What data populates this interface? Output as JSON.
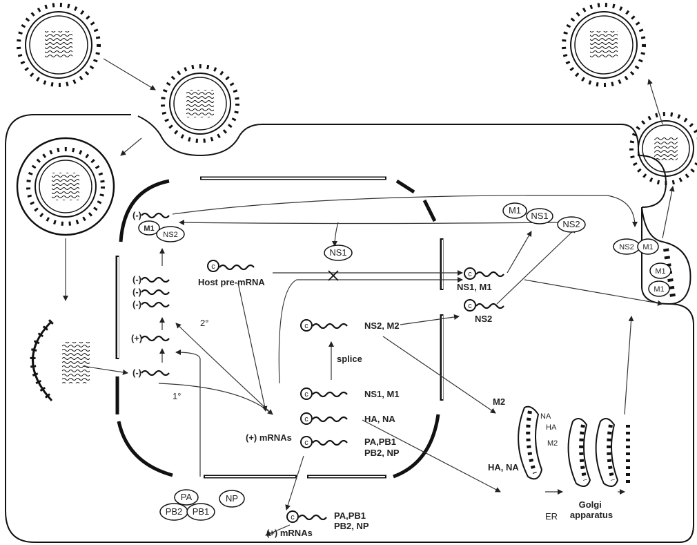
{
  "labels": {
    "host_pre_mrna": "Host pre-mRNA",
    "neg1": "(-)",
    "neg2": "(-)",
    "neg3": "(-)",
    "neg4": "(-)",
    "neg5": "(-)",
    "pos1": "(+)",
    "m1_nuc": "M1",
    "ns2_nuc": "NS2",
    "secondary": "2°",
    "primary": "1°",
    "ns1_block": "NS1",
    "ns1_top": "NS1",
    "m1_top": "M1",
    "ns2_top": "NS2",
    "ns1_m1_right": "NS1, M1",
    "ns2_right": "NS2",
    "ns2_m2": "NS2, M2",
    "splice": "splice",
    "ns1_m1": "NS1, M1",
    "ha_na": "HA, NA",
    "pa_pb1_a": "PA,PB1",
    "pb2_np_a": "PB2, NP",
    "pos_mrnas": "(+) mRNAs",
    "pos_mrnas_bottom": "(+) mRNAs",
    "pa_pb1_b": "PA,PB1",
    "pb2_np_b": "PB2, NP",
    "pa": "PA",
    "pb2": "PB2",
    "pb1": "PB1",
    "np": "NP",
    "m2": "M2",
    "ha_na_er": "HA, NA",
    "na": "NA",
    "ha": "HA",
    "m2_er": "M2",
    "er": "ER",
    "golgi": "Golgi\napparatus",
    "ns2_bud": "NS2",
    "m1_bud1": "M1",
    "m1_bud2": "M1",
    "m1_bud3": "M1",
    "c": "c"
  }
}
